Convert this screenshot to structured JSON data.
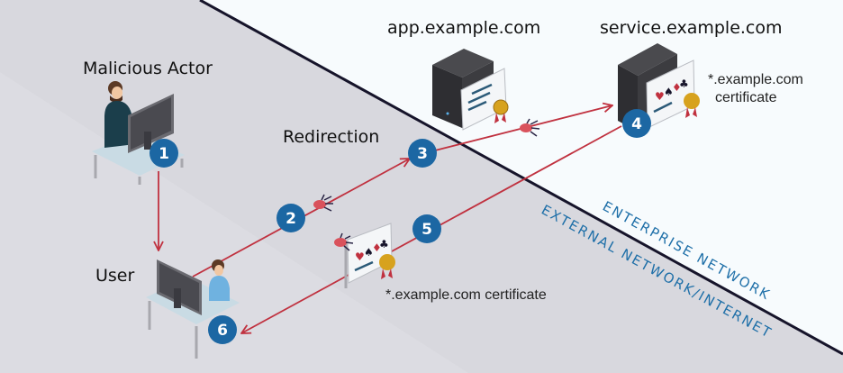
{
  "labels": {
    "malicious_actor": "Malicious Actor",
    "user": "User",
    "redirection": "Redirection",
    "app_server": "app.example.com",
    "service_server": "service.example.com",
    "service_cert_line1": "*.example.com",
    "service_cert_line2": "certificate",
    "forged_cert": "*.example.com certificate",
    "enterprise_network": "ENTERPRISE NETWORK",
    "external_network": "EXTERNAL NETWORK/INTERNET"
  },
  "steps": [
    "1",
    "2",
    "3",
    "4",
    "5",
    "6"
  ],
  "colors": {
    "external_bg": "#d8d8de",
    "enterprise_bg": "#f7fbfd",
    "divider": "#16142a",
    "arrow": "#c0313f",
    "badge": "#1c67a3",
    "network_text": "#1e6fa8"
  }
}
